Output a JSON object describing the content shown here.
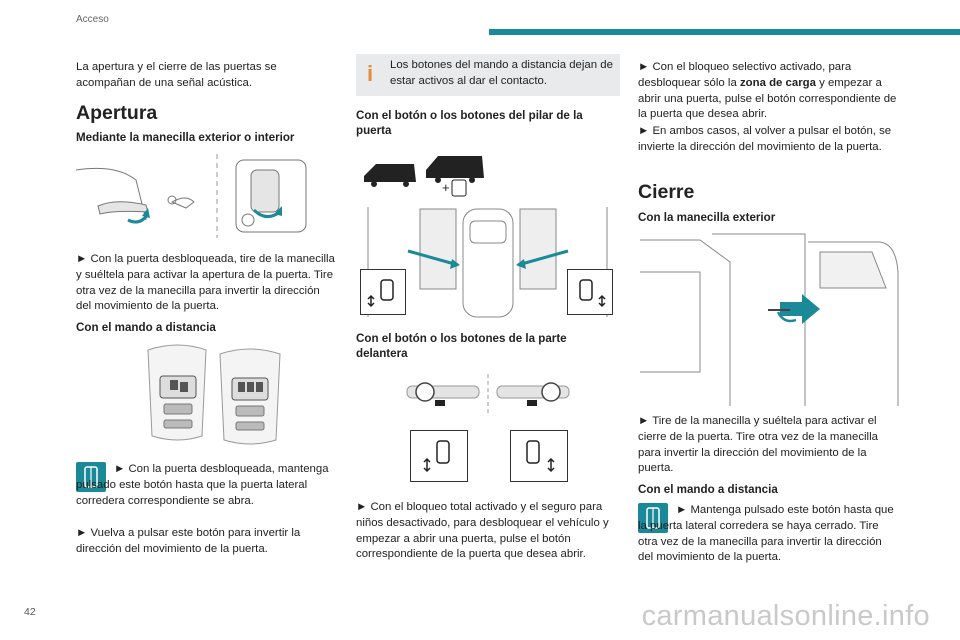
{
  "header": {
    "section": "Acceso",
    "bar_color": "#1b8a98"
  },
  "page": {
    "number": "42",
    "watermark": "carmanualsonline.info"
  },
  "col1": {
    "intro": "La apertura y el cierre de las puertas se acompañan de una señal acústica.",
    "h_apertura": "Apertura",
    "h_manecilla": "Mediante la manecilla exterior o interior",
    "p_manecilla": "► Con la puerta desbloqueada, tire de la manecilla y suéltela para activar la apertura de la puerta. Tire otra vez de la manecilla para invertir la dirección del movimiento de la puerta.",
    "h_mando": "Con el mando a distancia",
    "p_mando_1": "► Con la puerta desbloqueada, mantenga pulsado este botón hasta que la puerta lateral corredera correspondiente se abra.",
    "p_mando_2": "► Vuelva a pulsar este botón para invertir la dirección del movimiento de la puerta."
  },
  "col2": {
    "info": "Los botones del mando a distancia dejan de estar activos al dar el contacto.",
    "h_pilar": "Con el botón o los botones del pilar de la puerta",
    "h_delantera": "Con el botón o los botones de la parte delantera",
    "p_bloqueo": "► Con el bloqueo total activado y el seguro para niños desactivado, para desbloquear el vehículo y empezar a abrir una puerta, pulse el botón correspondiente de la puerta que desea abrir."
  },
  "col3": {
    "p_selectivo_a": "► Con el bloqueo selectivo activado, para desbloquear sólo la ",
    "p_selectivo_bold": "zona de carga",
    "p_selectivo_b": " y empezar a abrir una puerta, pulse el botón correspondiente de la puerta que desea abrir.",
    "p_ambos": "► En ambos casos, al volver a pulsar el botón, se invierte la dirección del movimiento de la puerta.",
    "h_cierre": "Cierre",
    "h_manecilla_ext": "Con la manecilla exterior",
    "p_manecilla_ext": "► Tire de la manecilla y suéltela para activar el cierre de la puerta. Tire otra vez de la manecilla para invertir la dirección del movimiento de la puerta.",
    "h_mando": "Con el mando a distancia",
    "p_mando": "► Mantenga pulsado este botón hasta que la puerta lateral corredera se haya cerrado. Tire otra vez de la manecilla para invertir la dirección del movimiento de la puerta."
  }
}
